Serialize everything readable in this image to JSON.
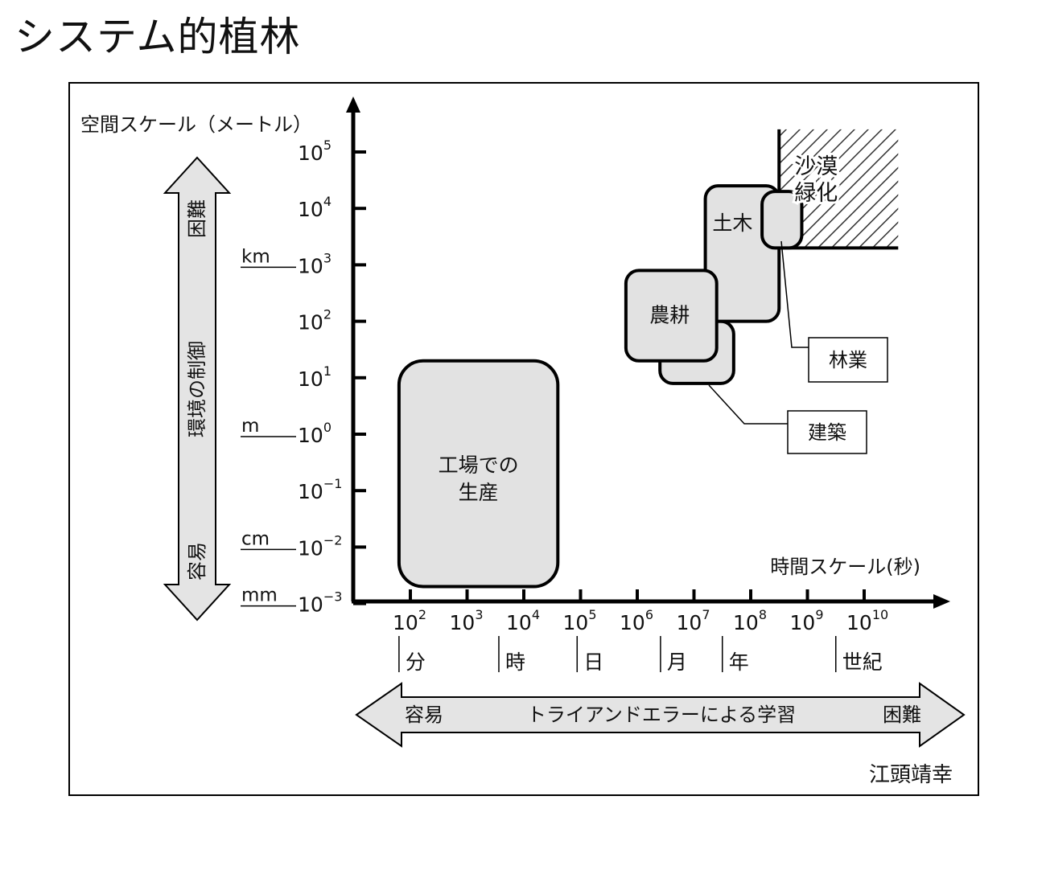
{
  "title": "システム的植林",
  "y_axis": {
    "label": "空間スケール（メートル）",
    "ticks": [
      "−3",
      "−2",
      "−1",
      "0",
      "1",
      "2",
      "3",
      "4",
      "5"
    ],
    "base": "10",
    "units": [
      {
        "label": "mm",
        "exp": -3
      },
      {
        "label": "cm",
        "exp": -2
      },
      {
        "label": "m",
        "exp": 0
      },
      {
        "label": "km",
        "exp": 3
      }
    ],
    "control_arrow": {
      "top": "困難",
      "middle": "環境の制御",
      "bottom": "容易"
    }
  },
  "x_axis": {
    "label": "時間スケール(秒)",
    "ticks": [
      "2",
      "3",
      "4",
      "5",
      "6",
      "7",
      "8",
      "9",
      "10"
    ],
    "base": "10",
    "periods": [
      {
        "label": "分",
        "exp": 1.8
      },
      {
        "label": "時",
        "exp": 3.56
      },
      {
        "label": "日",
        "exp": 4.94
      },
      {
        "label": "月",
        "exp": 6.41
      },
      {
        "label": "年",
        "exp": 7.5
      },
      {
        "label": "世紀",
        "exp": 9.5
      }
    ],
    "trial_arrow": {
      "left": "容易",
      "middle": "トライアンドエラーによる学習",
      "right": "困難"
    }
  },
  "regions": [
    {
      "name": "factory",
      "line1": "工場での",
      "line2": "生産",
      "x": [
        1.8,
        4.6
      ],
      "y": [
        -2.7,
        1.3
      ]
    },
    {
      "name": "construction",
      "line1": "",
      "line2": "",
      "x": [
        6.4,
        7.7
      ],
      "y": [
        0.9,
        2.0
      ]
    },
    {
      "name": "civil-engineering",
      "line1": "土木",
      "line2": "",
      "x": [
        7.2,
        8.5
      ],
      "y": [
        2.0,
        4.4
      ]
    },
    {
      "name": "agriculture",
      "line1": "農耕",
      "line2": "",
      "x": [
        5.8,
        7.4
      ],
      "y": [
        1.3,
        2.9
      ]
    },
    {
      "name": "forestry",
      "line1": "",
      "line2": "",
      "x": [
        8.2,
        8.9
      ],
      "y": [
        3.3,
        4.3
      ]
    }
  ],
  "desert_greening": {
    "line1": "沙漠",
    "line2": "緑化",
    "x": [
      8.5,
      10.6
    ],
    "y": [
      3.3,
      5.4
    ]
  },
  "callouts": {
    "forestry": "林業",
    "construction": "建築"
  },
  "credit": "江頭靖幸",
  "colors": {
    "region_fill": "#e2e2e2",
    "stroke": "#000000",
    "arrow_fill": "#e4e4e4"
  }
}
